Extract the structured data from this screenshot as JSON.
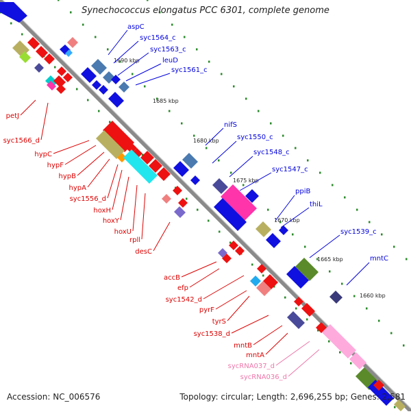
{
  "title": "Synechococcus elongatus PCC 6301, complete genome",
  "footer": {
    "accession": "Accession: NC_006576",
    "summary": "Topology: circular; Length: 2,696,255 bp; Genes: 2,581"
  },
  "colors": {
    "forward_label": "#0000dd",
    "reverse_label": "#dd0000",
    "rna_label": "#ee77aa",
    "backbone": "#888888",
    "tick": "#2a8a2a"
  },
  "scale_labels": [
    "1690 kbp",
    "1685 kbp",
    "1680 kbp",
    "1675 kbp",
    "1670 kbp",
    "1665 kbp",
    "1660 kbp"
  ],
  "forward_genes": [
    "aspC",
    "syc1564_c",
    "syc1563_c",
    "leuD",
    "syc1561_c",
    "nifS",
    "syc1550_c",
    "syc1548_c",
    "syc1547_c",
    "ppiB",
    "thiL",
    "syc1539_c",
    "mntC"
  ],
  "reverse_genes": [
    "petJ",
    "syc1566_d",
    "hypC",
    "hypF",
    "hypB",
    "hypA",
    "syc1556_d",
    "hoxH",
    "hoxY",
    "hoxU",
    "rpll",
    "desC",
    "accB",
    "efp",
    "syc1542_d",
    "pyrF",
    "tyrS",
    "syc1538_d",
    "mntB",
    "mntA"
  ],
  "rna_genes": [
    "sycRNA037_d",
    "sycRNA036_d"
  ]
}
